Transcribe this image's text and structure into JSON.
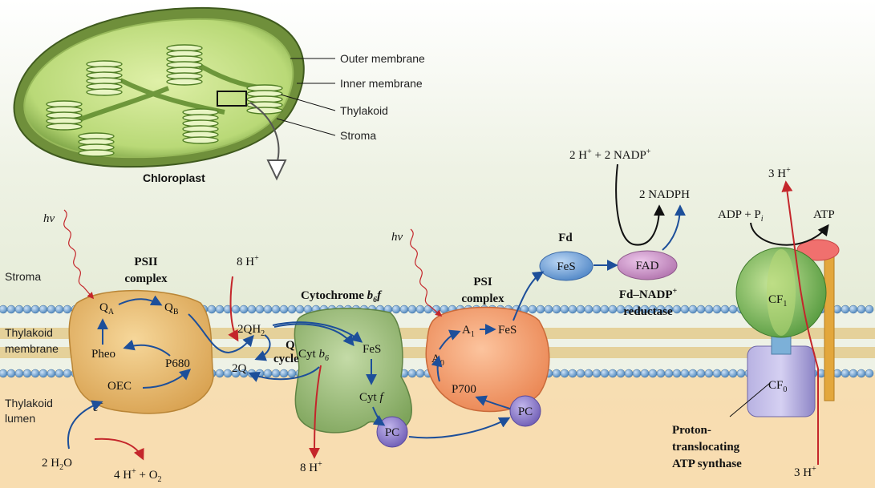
{
  "chloroplast": {
    "title": "Chloroplast",
    "labels": {
      "outer": "Outer membrane",
      "inner": "Inner membrane",
      "thylakoid": "Thylakoid",
      "stroma": "Stroma"
    }
  },
  "regions": {
    "stroma": "Stroma",
    "membrane_1": "Thylakoid",
    "membrane_2": "membrane",
    "lumen_1": "Thylakoid",
    "lumen_2": "lumen"
  },
  "psii": {
    "title_1": "PSII",
    "title_2": "complex",
    "hv": "hν",
    "qa": "Q",
    "qa_sub": "A",
    "qb": "Q",
    "qb_sub": "B",
    "pheo": "Pheo",
    "p680": "P680",
    "oec": "OEC",
    "e": "e",
    "e_sup": "−",
    "water": "2 H",
    "water_sub": "2",
    "water_end": "O",
    "products": "4 H",
    "products_sup": "+",
    "products_mid": " + O",
    "products_sub": "2"
  },
  "qcycle": {
    "h_in": "8 H",
    "h_in_sup": "+",
    "qh2": "2QH",
    "qh2_sub": "2",
    "q": "2Q",
    "label_1": "Q",
    "label_2": "cycle",
    "h_out": "8 H",
    "h_out_sup": "+"
  },
  "cytb6f": {
    "title": "Cytochrome ",
    "title_b": "b",
    "title_sub": "6",
    "title_f": "f",
    "cytb6": "Cyt ",
    "cytb6_b": "b",
    "cytb6_sub": "6",
    "fes": "FeS",
    "cytf": "Cyt ",
    "cytf_f": "f",
    "pc": "PC"
  },
  "psi": {
    "title_1": "PSI",
    "title_2": "complex",
    "hv": "hν",
    "a1": "A",
    "a1_sub": "1",
    "a0": "A",
    "a0_sub": "0",
    "fes": "FeS",
    "p700": "P700",
    "pc": "PC"
  },
  "fd": {
    "title": "Fd",
    "fes": "FeS",
    "fad": "FAD",
    "reductase_1": "Fd–NADP",
    "reductase_sup": "+",
    "reductase_2": "reductase"
  },
  "nadp": {
    "input": "2 H",
    "input_sup": "+",
    "input_mid": " + 2 NADP",
    "input_sup2": "+",
    "output": "2 NADPH"
  },
  "atp_synthase": {
    "h_top": "3 H",
    "h_top_sup": "+",
    "adp": "ADP + P",
    "adp_sub": "i",
    "atp": "ATP",
    "cf1": "CF",
    "cf1_sub": "1",
    "cf0": "CF",
    "cf0_sub": "0",
    "label_1": "Proton-",
    "label_2": "translocating",
    "label_3": "ATP synthase",
    "h_bottom": "3 H",
    "h_bottom_sup": "+"
  },
  "colors": {
    "stroma_bg": "#e9eedd",
    "lumen_bg": "#f7dfb0",
    "bead": "#5b8fbf",
    "psii": "#e6b565",
    "cytb6f": "#9fbf7c",
    "psi": "#f19e6e",
    "pc": "#8a78c8",
    "fes": "#6b9ed6",
    "fad": "#c78fc2",
    "cf1": "#6fae4a",
    "cf0": "#9e97cf",
    "arrow_red": "#c4262b",
    "arrow_blue": "#1d4f9a"
  }
}
